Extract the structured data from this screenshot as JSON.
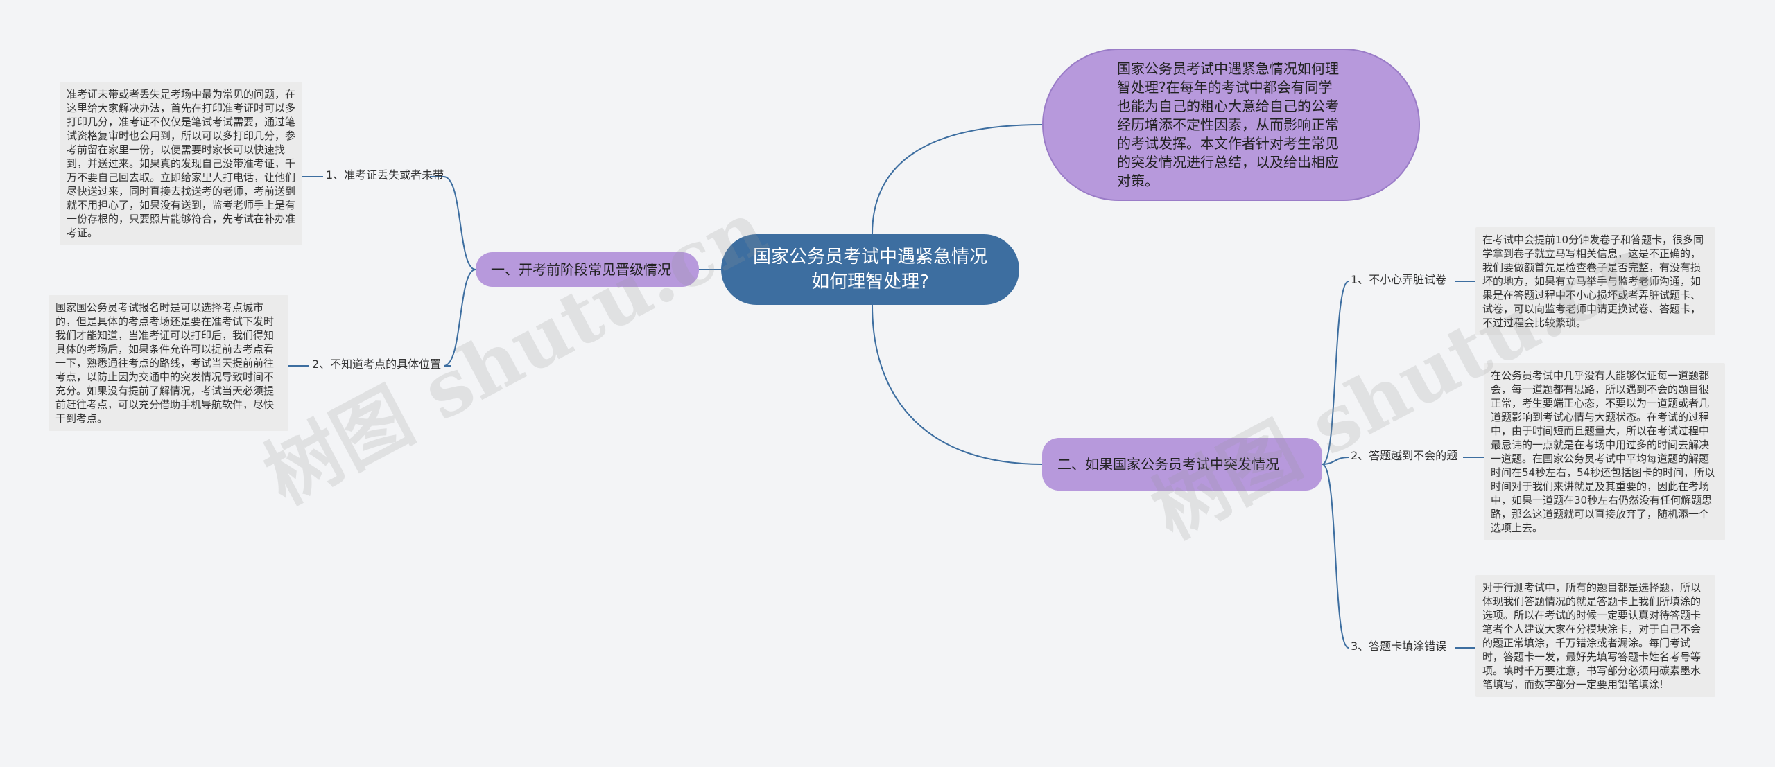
{
  "root": {
    "title": "国家公务员考试中遇紧急情况如何理智处理?"
  },
  "intro": {
    "text": "国家公务员考试中遇紧急情况如何理智处理?在每年的考试中都会有同学也能为自己的粗心大意给自己的公考经历增添不定性因素，从而影响正常的考试发挥。本文作者针对考生常见的突发情况进行总结，以及给出相应对策。"
  },
  "branches": [
    {
      "label": "一、开考前阶段常见晋级情况",
      "children": [
        {
          "label": "1、准考证丢失或者未带",
          "detail": "准考证未带或者丢失是考场中最为常见的问题，在这里给大家解决办法，首先在打印准考证时可以多打印几分，准考证不仅仅是笔试考试需要，通过笔试资格复审时也会用到，所以可以多打印几分，参考前留在家里一份，以便需要时家长可以快速找到，并送过来。如果真的发现自己没带准考证，千万不要自己回去取。立即给家里人打电话，让他们尽快送过来，同时直接去找送考的老师，考前送到就不用担心了，如果没有送到，监考老师手上是有一份存根的，只要照片能够符合，先考试在补办准考证。"
        },
        {
          "label": "2、不知道考点的具体位置",
          "detail": "国家国公务员考试报名时是可以选择考点城市的，但是具体的考点考场还是要在准考试下发时我们才能知道，当准考证可以打印后，我们得知具体的考场后，如果条件允许可以提前去考点看一下，熟悉通往考点的路线，考试当天提前前往考点，以防止因为交通中的突发情况导致时间不充分。如果没有提前了解情况，考试当天必须提前赶往考点，可以充分借助手机导航软件，尽快干到考点。"
        }
      ]
    },
    {
      "label": "二、如果国家公务员考试中突发情况",
      "children": [
        {
          "label": "1、不小心弄脏试卷",
          "detail": "在考试中会提前10分钟发卷子和答题卡，很多同学拿到卷子就立马写相关信息，这是不正确的，我们要做额首先是检查卷子是否完整，有没有损坏的地方，如果有立马举手与监考老师沟通，如果是在答题过程中不小心损坏或者弄脏试题卡、试卷，可以向监考老师申请更换试卷、答题卡，不过过程会比较繁琐。"
        },
        {
          "label": "2、答题越到不会的题",
          "detail": "在公务员考试中几乎没有人能够保证每一道题都会，每一道题都有思路，所以遇到不会的题目很正常，考生要端正心态，不要以为一道题或者几道题影响到考试心情与大题状态。在考试的过程中，由于时间短而且题量大，所以在考试过程中最忌讳的一点就是在考场中用过多的时间去解决一道题。在国家公务员考试中平均每道题的解题时间在54秒左右，54秒还包括图卡的时间，所以时间对于我们来讲就是及其重要的，因此在考场中，如果一道题在30秒左右仍然没有任何解题思路，那么这道题就可以直接放弃了，随机添一个选项上去。"
        },
        {
          "label": "3、答题卡填涂错误",
          "detail": "对于行测考试中，所有的题目都是选择题，所以体现我们答题情况的就是答题卡上我们所填涂的选项。所以在考试的时候一定要认真对待答题卡笔者个人建议大家在分模块涂卡，对于自己不会的题正常填涂，千万错涂或者漏涂。每门考试时，答题卡一发，最好先填写答题卡姓名考号等项。填时千万要注意，书写部分必须用碳素墨水笔填写，而数字部分一定要用铅笔填涂!"
        }
      ]
    }
  ],
  "watermarks": [
    "树图 shutu.cn",
    "树图 shutu.cn"
  ],
  "colors": {
    "background": "#f3f4f6",
    "root": "#3d6ea0",
    "branch": "#b799dc",
    "leaf": "#ebebeb",
    "edge": "#3d6ea0"
  }
}
